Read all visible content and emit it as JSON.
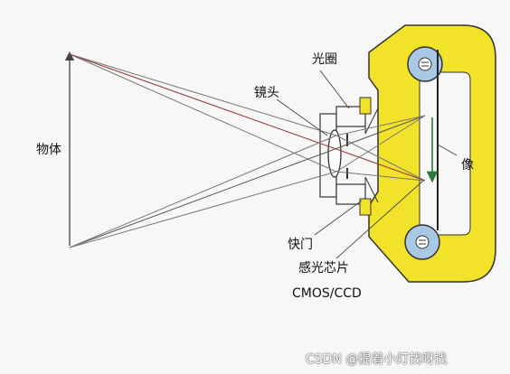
{
  "labels": {
    "object": "物体",
    "lens": "镜头",
    "aperture": "光圈",
    "image": "像",
    "shutter": "快门",
    "sensor": "感光芯片",
    "sensor_type": "CMOS/CCD"
  },
  "watermark": "CSDN @提着小灯找呀找",
  "colors": {
    "camera_body": "#f2e32a",
    "roller": "#a9c8e6",
    "lines": "#555555",
    "red_ray": "#b23a3a"
  }
}
